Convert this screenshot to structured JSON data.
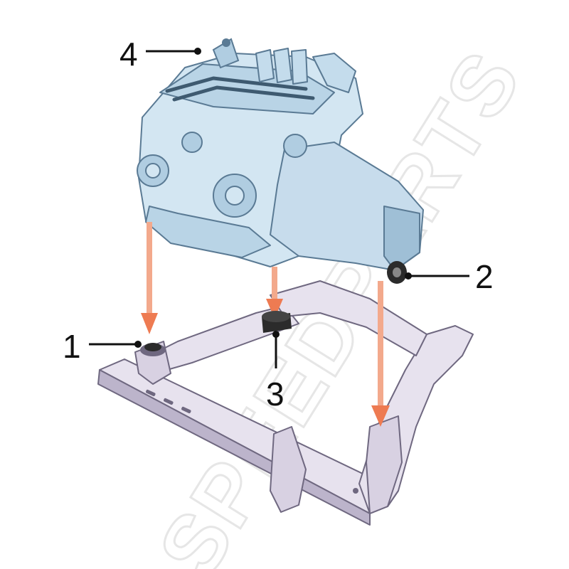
{
  "diagram": {
    "callouts": [
      {
        "id": "1",
        "label": "1"
      },
      {
        "id": "2",
        "label": "2"
      },
      {
        "id": "3",
        "label": "3"
      },
      {
        "id": "4",
        "label": "4"
      }
    ],
    "watermark": {
      "text": "SPEEDPARTS"
    },
    "colors": {
      "engine_fill": "#d3e6f2",
      "engine_shadow": "#9fbfd6",
      "engine_line": "#5a7a94",
      "subframe_fill": "#e7e2ee",
      "subframe_shadow": "#bcb4cb",
      "subframe_line": "#6f6880",
      "arrow": "#ee7b52",
      "mount": "#2b2b2b",
      "leader": "#111111"
    }
  }
}
